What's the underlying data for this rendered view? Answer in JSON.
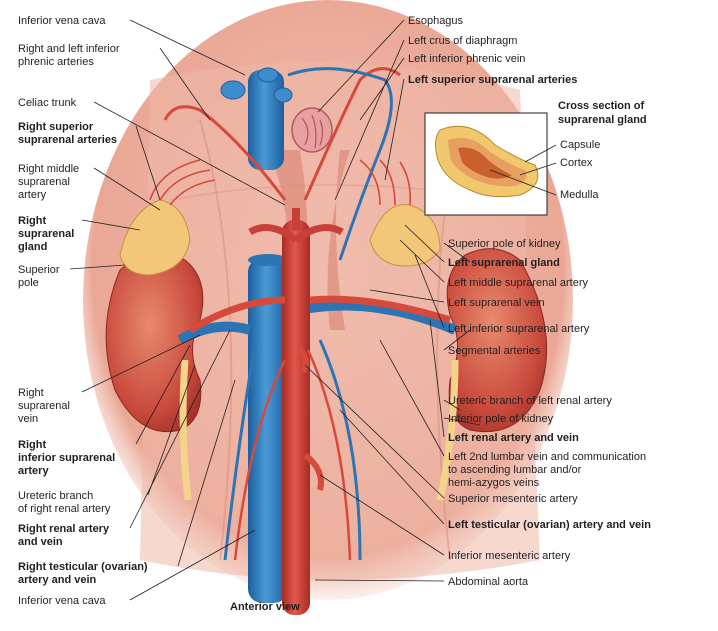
{
  "diagram": {
    "view_label": "Anterior view",
    "inset": {
      "title_line1": "Cross section of",
      "title_line2": "suprarenal gland",
      "labels": [
        "Capsule",
        "Cortex",
        "Medulla"
      ]
    },
    "labels_left": [
      {
        "lines": [
          "Inferior vena cava"
        ],
        "bold": false
      },
      {
        "lines": [
          "Right and left inferior",
          "phrenic arteries"
        ],
        "bold": false
      },
      {
        "lines": [
          "Celiac trunk"
        ],
        "bold": false
      },
      {
        "lines": [
          "Right superior",
          "suprarenal arteries"
        ],
        "bold": true
      },
      {
        "lines": [
          "Right middle",
          "suprarenal",
          "artery"
        ],
        "bold": false
      },
      {
        "lines": [
          "Right",
          "suprarenal",
          "gland"
        ],
        "bold": true
      },
      {
        "lines": [
          "Superior",
          "pole"
        ],
        "bold": false
      },
      {
        "lines": [
          "Right",
          "suprarenal",
          "vein"
        ],
        "bold": false
      },
      {
        "lines": [
          "Right",
          "inferior suprarenal",
          "artery"
        ],
        "bold": true
      },
      {
        "lines": [
          "Ureteric branch",
          "of right renal artery"
        ],
        "bold": false
      },
      {
        "lines": [
          "Right renal artery",
          "and vein"
        ],
        "bold": true
      },
      {
        "lines": [
          "Right testicular (ovarian)",
          "artery and vein"
        ],
        "bold": true
      },
      {
        "lines": [
          "Inferior vena cava"
        ],
        "bold": false
      }
    ],
    "labels_right": [
      {
        "lines": [
          "Esophagus"
        ],
        "bold": false
      },
      {
        "lines": [
          "Left crus of diaphragm"
        ],
        "bold": false
      },
      {
        "lines": [
          "Left inferior phrenic vein"
        ],
        "bold": false
      },
      {
        "lines": [
          "Left superior suprarenal arteries"
        ],
        "bold": true
      },
      {
        "lines": [
          "Superior pole of kidney"
        ],
        "bold": false
      },
      {
        "lines": [
          "Left suprarenal gland"
        ],
        "bold": true
      },
      {
        "lines": [
          "Left middle suprarenal artery"
        ],
        "bold": false
      },
      {
        "lines": [
          "Left suprarenal vein"
        ],
        "bold": false
      },
      {
        "lines": [
          "Left inferior suprarenal artery"
        ],
        "bold": false
      },
      {
        "lines": [
          "Segmental arteries"
        ],
        "bold": false
      },
      {
        "lines": [
          "Ureteric branch of left renal artery"
        ],
        "bold": false
      },
      {
        "lines": [
          "Inferior pole of kidney"
        ],
        "bold": false
      },
      {
        "lines": [
          "Left renal artery and vein"
        ],
        "bold": true
      },
      {
        "lines": [
          "Left 2nd lumbar vein and communication",
          "to ascending lumbar and/or",
          "hemi-azygos veins"
        ],
        "bold": false
      },
      {
        "lines": [
          "Superior mesenteric artery"
        ],
        "bold": false
      },
      {
        "lines": [
          "Left testicular (ovarian) artery and vein"
        ],
        "bold": true
      },
      {
        "lines": [
          "Inferior mesenteric artery"
        ],
        "bold": false
      },
      {
        "lines": [
          "Abdominal aorta"
        ],
        "bold": false
      }
    ]
  }
}
